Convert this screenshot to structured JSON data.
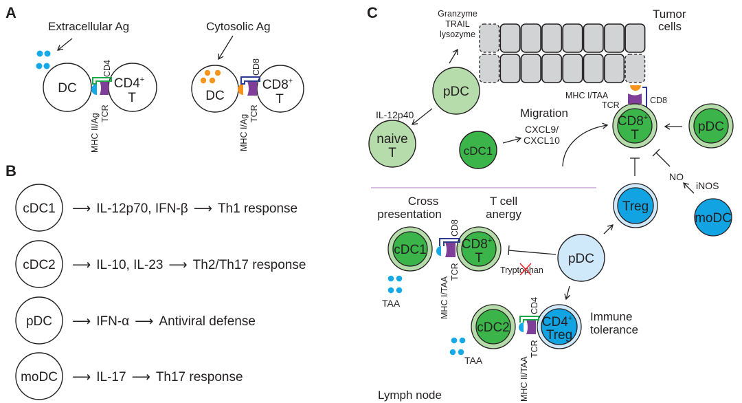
{
  "colors": {
    "ag_blue": "#16a9e8",
    "ag_orange": "#f7941d",
    "tcr_purple": "#7f3f98",
    "cd4_green": "#1aa84a",
    "cd8_blue": "#2b3990",
    "dark_green": "#3bb54a",
    "light_green": "#b5dcaa",
    "dark_blue": "#12a3e3",
    "light_blue": "#cfe9fb",
    "tumor_gray": "#d1d3d4",
    "divider_purple": "#c9a8d8",
    "inhibit_red": "#ed1c24"
  },
  "panel_a": {
    "label": "A",
    "left": {
      "title": "Extracellular Ag",
      "dc": "DC",
      "t_cell_line1": "CD4",
      "t_cell_sup": "+",
      "t_cell_line2": "T",
      "coreceptor": "CD4",
      "mhc": "MHC II/Ag",
      "tcr": "TCR"
    },
    "right": {
      "title": "Cytosolic Ag",
      "dc": "DC",
      "t_cell_line1": "CD8",
      "t_cell_sup": "+",
      "t_cell_line2": "T",
      "coreceptor": "CD8",
      "mhc": "MHC I/Ag",
      "tcr": "TCR"
    }
  },
  "panel_b": {
    "label": "B",
    "rows": [
      {
        "cell": "cDC1",
        "cytokines": "IL-12p70, IFN-β",
        "response": "Th1 response"
      },
      {
        "cell": "cDC2",
        "cytokines": "IL-10, IL-23",
        "response": "Th2/Th17 response"
      },
      {
        "cell": "pDC",
        "cytokines": "IFN-α",
        "response": "Antiviral defense"
      },
      {
        "cell": "moDC",
        "cytokines": "IL-17",
        "response": "Th17 response"
      }
    ],
    "arrow": "⟶"
  },
  "panel_c": {
    "label": "C",
    "tumor_label_1": "Tumor",
    "tumor_label_2": "cells",
    "tumor_grid": {
      "rows": [
        [
          "dashed",
          "solid",
          "solid",
          "solid",
          "solid",
          "solid",
          "solid",
          "solid"
        ],
        [
          "dashed",
          "solid",
          "solid",
          "solid",
          "solid",
          "solid",
          "solid",
          "dashed"
        ]
      ]
    },
    "pdc_top": "pDC",
    "granzyme_1": "Granzyme",
    "granzyme_2": "TRAIL",
    "granzyme_3": "lysozyme",
    "il12p40": "IL-12p40",
    "naive_1": "naive",
    "naive_2": "T",
    "cdc1_top": "cDC1",
    "migration": "Migration",
    "cxcl_1": "CXCL9/",
    "cxcl_2": "CXCL10",
    "tumor_mhc": "MHC I/TAA",
    "tumor_tcr": "TCR",
    "tumor_cd8": "CD8",
    "cd8t_top_1": "CD8",
    "cd8t_top_sup": "+",
    "cd8t_top_2": "T",
    "pdc_right": "pDC",
    "no": "NO",
    "inos": "iNOS",
    "treg": "Treg",
    "modc": "moDC",
    "cross_1": "Cross",
    "cross_2": "presentation",
    "anergy_1": "T cell",
    "anergy_2": "anergy",
    "cdc1_ln": "cDC1",
    "cd8t_ln_1": "CD8",
    "cd8t_ln_sup": "+",
    "cd8t_ln_2": "T",
    "ln_cd8": "CD8",
    "ln_mhc1": "MHC I/TAA",
    "ln_tcr1": "TCR",
    "taa_1": "TAA",
    "tryptophan": "Tryptophan",
    "pdc_ln": "pDC",
    "cdc2_ln": "cDC2",
    "cd4treg_1": "CD4",
    "cd4treg_sup": "+",
    "cd4treg_2": "Treg",
    "ln_cd4": "CD4",
    "ln_mhc2": "MHC II/TAA",
    "ln_tcr2": "TCR",
    "taa_2": "TAA",
    "tolerance_1": "Immune",
    "tolerance_2": "tolerance",
    "lymph_node": "Lymph node"
  }
}
